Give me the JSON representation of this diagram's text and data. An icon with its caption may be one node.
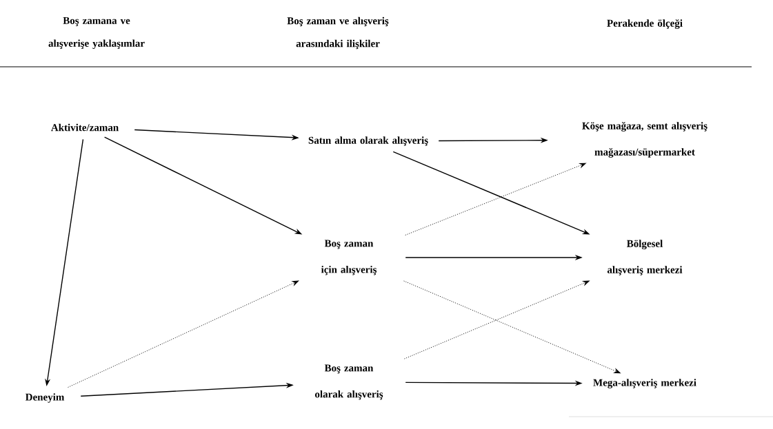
{
  "diagram": {
    "nodes": [
      {
        "text": [
          "Aktivite/zaman"
        ]
      },
      {
        "text": [
          "Deneyim"
        ]
      },
      {
        "text": [
          "Satın alma olarak alışveriş"
        ]
      },
      {
        "text": [
          "Boş zaman için alışveriş"
        ]
      },
      {
        "text": [
          "Boş zaman olarak alışveriş"
        ]
      },
      {
        "text": [
          "Köşe mağaza, semt alışveriş mağazası/süpermarket"
        ]
      },
      {
        "text": [
          "Bölgesel alışveriş merkezi"
        ]
      },
      {
        "text": [
          "Mega-alışveriş merkezi"
        ]
      }
    ],
    "edges": [
      {
        "from": 0,
        "to": 2,
        "arrow": "to"
      },
      {
        "from": 0,
        "to": 3,
        "arrow": "to"
      },
      {
        "from": 0,
        "to": 1,
        "arrow": "to"
      },
      {
        "from": 1,
        "to": 3,
        "arrow": "to",
        "style": "dashed"
      },
      {
        "from": 1,
        "to": 4,
        "arrow": "to"
      },
      {
        "from": 2,
        "to": 5,
        "arrow": "to"
      },
      {
        "from": 2,
        "to": 6,
        "arrow": "to"
      },
      {
        "from": 3,
        "to": 5,
        "arrow": "to",
        "style": "dashed"
      },
      {
        "from": 3,
        "to": 6,
        "arrow": "to"
      },
      {
        "from": 3,
        "to": 7,
        "arrow": "to",
        "style": "dashed"
      },
      {
        "from": 4,
        "to": 6,
        "arrow": "to",
        "style": "dashed"
      },
      {
        "from": 4,
        "to": 7,
        "arrow": "to"
      }
    ],
    "labels": [
      "Boş zamana ve alışverişe yaklaşımlar",
      "Boş zaman ve alışveriş arasındaki ilişkiler",
      "Perakende ölçeği"
    ]
  }
}
